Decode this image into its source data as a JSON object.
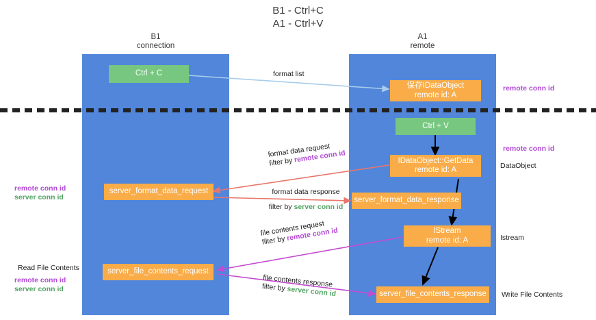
{
  "diagram": {
    "title_line1": "B1 - Ctrl+C",
    "title_line2": "A1 - Ctrl+V",
    "lanes": [
      {
        "id": "b1",
        "title": "B1",
        "subtitle": "connection"
      },
      {
        "id": "a1",
        "title": "A1",
        "subtitle": "remote"
      }
    ],
    "nodes": {
      "ctrl_c": {
        "label": "Ctrl + C",
        "color": "#77c780"
      },
      "ctrl_v": {
        "label": "Ctrl + V",
        "color": "#77c780"
      },
      "save_idataobject_l1": "保存IDataObject",
      "save_idataobject_l2": "remote id: A",
      "getdata_l1": "IDataObject::GetData",
      "getdata_l2": "remote id: A",
      "istream_l1": "IStream",
      "istream_l2": "remote id: A",
      "server_format_data_request": "server_format_data_request",
      "server_format_data_response": "server_format_data_response",
      "server_file_contents_request": "server_file_contents_request",
      "server_file_contents_response": "server_file_contents_response"
    },
    "edges": {
      "format_list": "format list",
      "format_data_request": "format data request",
      "format_data_request_filter_prefix": "filter by ",
      "format_data_request_filter_key": "remote conn id",
      "format_data_response": "format data response",
      "format_data_response_filter_prefix": "filter by ",
      "format_data_response_filter_key": "server conn id",
      "file_contents_request": "file contents request",
      "file_contents_request_filter_prefix": "filter by ",
      "file_contents_request_filter_key": "remote conn id",
      "file_contents_response": "file contents response",
      "file_contents_response_filter_prefix": "filter by ",
      "file_contents_response_filter_key": "server conn id"
    },
    "right_labels": {
      "remote_conn_id_top": "remote conn id",
      "remote_conn_id_mid": "remote conn id",
      "dataobject": "DataObject",
      "istream": "Istream",
      "write_file_contents": "Write File Contents"
    },
    "left_labels": {
      "remote_conn_id": "remote conn id",
      "server_conn_id": "server conn id",
      "read_file_contents": "Read File Contents",
      "remote_conn_id_2": "remote conn id",
      "server_conn_id_2": "server conn id"
    },
    "colors": {
      "lane": "#5186db",
      "node_orange": "#f9ac48",
      "node_green": "#77c780",
      "purple": "#b24bd4",
      "green_text": "#53a463",
      "arrow_blue": "#a8cdeb",
      "arrow_red": "#e8766a",
      "arrow_magenta": "#c44bd0",
      "arrow_black": "#000000",
      "divider": "#222222"
    }
  }
}
